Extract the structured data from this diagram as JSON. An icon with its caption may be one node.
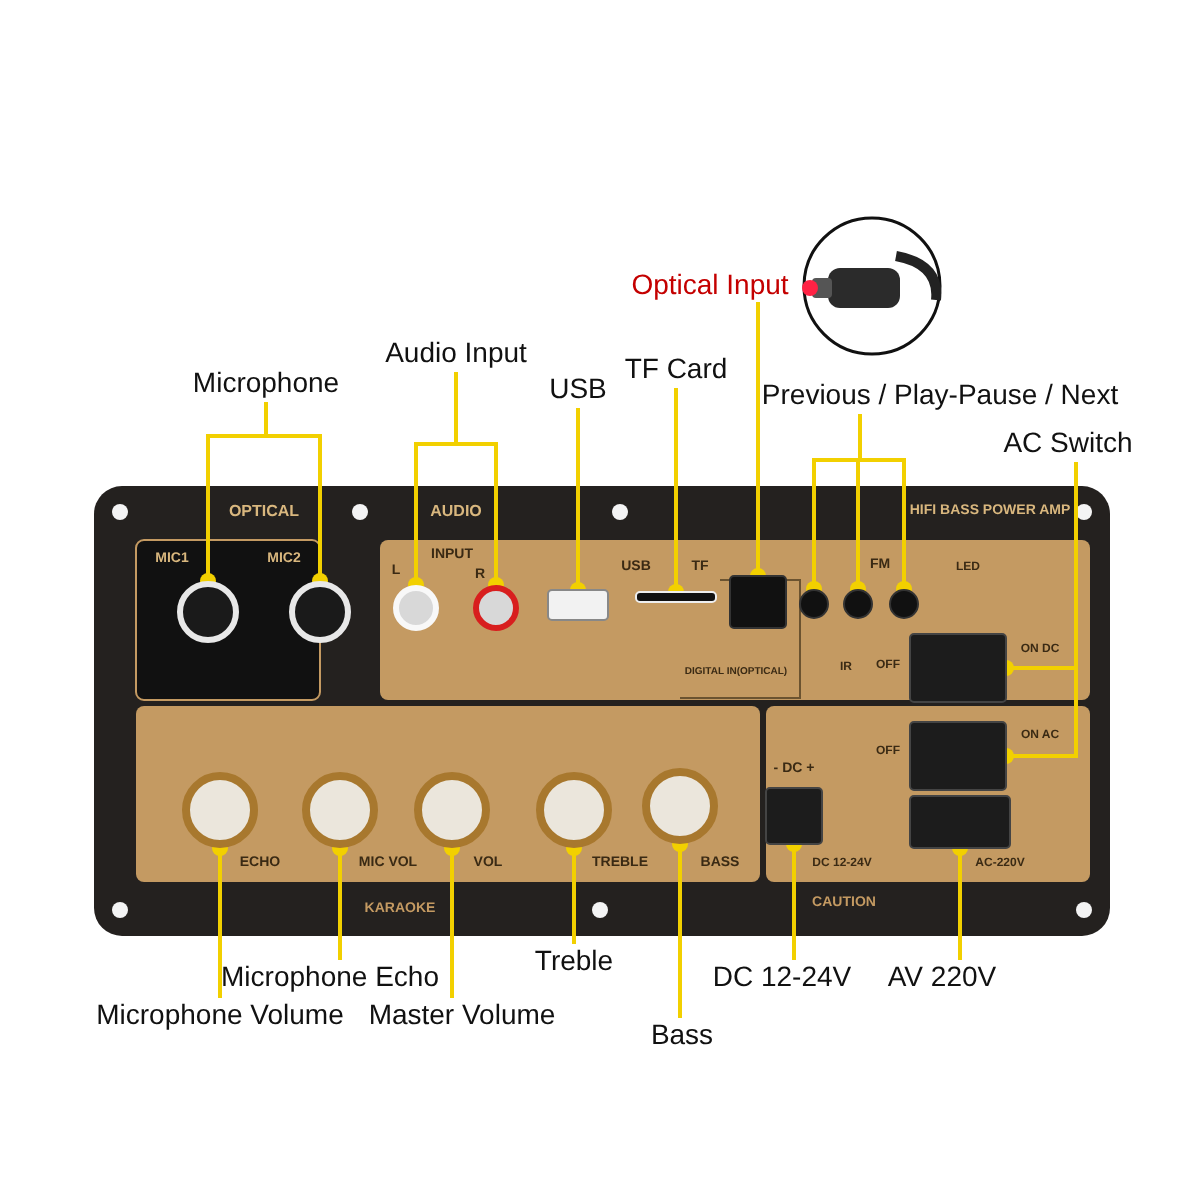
{
  "diagram": {
    "nodes": [
      {
        "text": [
          "Microphone"
        ]
      },
      {
        "text": [],
        "shape": "circle"
      },
      {
        "text": [],
        "shape": "circle"
      },
      {
        "text": [
          "Audio Input"
        ]
      },
      {
        "text": [],
        "shape": "circle"
      },
      {
        "text": [],
        "shape": "circle"
      },
      {
        "text": [
          "USB"
        ]
      },
      {
        "text": [],
        "shape": "box"
      },
      {
        "text": [
          "TF Card"
        ]
      },
      {
        "text": [],
        "shape": "box"
      },
      {
        "text": [
          "Optical Input"
        ]
      },
      {
        "text": [],
        "shape": "box"
      },
      {
        "text": [
          "Previous / Play-Pause / Next"
        ]
      },
      {
        "text": [],
        "shape": "circle"
      },
      {
        "text": [],
        "shape": "circle"
      },
      {
        "text": [],
        "shape": "circle"
      },
      {
        "text": [
          "AC Switch"
        ]
      },
      {
        "text": [],
        "shape": "box"
      },
      {
        "text": [],
        "shape": "box"
      },
      {
        "text": [],
        "shape": "circle"
      },
      {
        "text": [],
        "shape": "circle"
      },
      {
        "text": [],
        "shape": "circle"
      },
      {
        "text": [],
        "shape": "circle"
      },
      {
        "text": [],
        "shape": "circle"
      },
      {
        "text": [],
        "shape": "box"
      },
      {
        "text": [],
        "shape": "box"
      },
      {
        "text": [
          "Microphone Echo"
        ]
      },
      {
        "text": [
          "Treble"
        ]
      },
      {
        "text": [
          "DC 12-24V"
        ]
      },
      {
        "text": [
          "AV 220V"
        ]
      },
      {
        "text": [
          "Microphone Volume"
        ]
      },
      {
        "text": [
          "Master Volume"
        ]
      },
      {
        "text": [
          "Bass"
        ]
      }
    ],
    "edges": [
      {
        "from": 0,
        "to": 1,
        "arrow": "other"
      },
      {
        "from": 0,
        "to": 2,
        "arrow": "other"
      },
      {
        "from": 3,
        "to": 4,
        "arrow": "other"
      },
      {
        "from": 3,
        "to": 5,
        "arrow": "other"
      },
      {
        "from": 6,
        "to": 7,
        "arrow": "other"
      },
      {
        "from": 8,
        "to": 9,
        "arrow": "other"
      },
      {
        "from": 10,
        "to": 11,
        "arrow": "other"
      },
      {
        "from": 12,
        "to": 13,
        "arrow": "other"
      },
      {
        "from": 12,
        "to": 14,
        "arrow": "other"
      },
      {
        "from": 12,
        "to": 15,
        "arrow": "other"
      },
      {
        "from": 16,
        "to": 17,
        "arrow": "other"
      },
      {
        "from": 16,
        "to": 18,
        "arrow": "other"
      },
      {
        "from": 30,
        "to": 19,
        "arrow": "other"
      },
      {
        "from": 26,
        "to": 20,
        "arrow": "other"
      },
      {
        "from": 31,
        "to": 21,
        "arrow": "other"
      },
      {
        "from": 27,
        "to": 22,
        "arrow": "other"
      },
      {
        "from": 32,
        "to": 23,
        "arrow": "other"
      },
      {
        "from": 28,
        "to": 24,
        "arrow": "other"
      },
      {
        "from": 29,
        "to": 25,
        "arrow": "other"
      }
    ],
    "labels": [
      "OPTICAL",
      "AUDIO",
      "HIFI BASS POWER AMP",
      "MIC1",
      "MIC2",
      "INPUT",
      "L",
      "R",
      "USB",
      "TF",
      "FM",
      "LED",
      "DIGITAL IN(OPTICAL)",
      "IR",
      "OFF",
      "ON DC",
      "OFF",
      "ON AC",
      "- DC +",
      "ECHO",
      "MIC VOL",
      "VOL",
      "TREBLE",
      "BASS",
      "DC 12-24V",
      "AC-220V",
      "KARAOKE",
      "CAUTION"
    ]
  }
}
